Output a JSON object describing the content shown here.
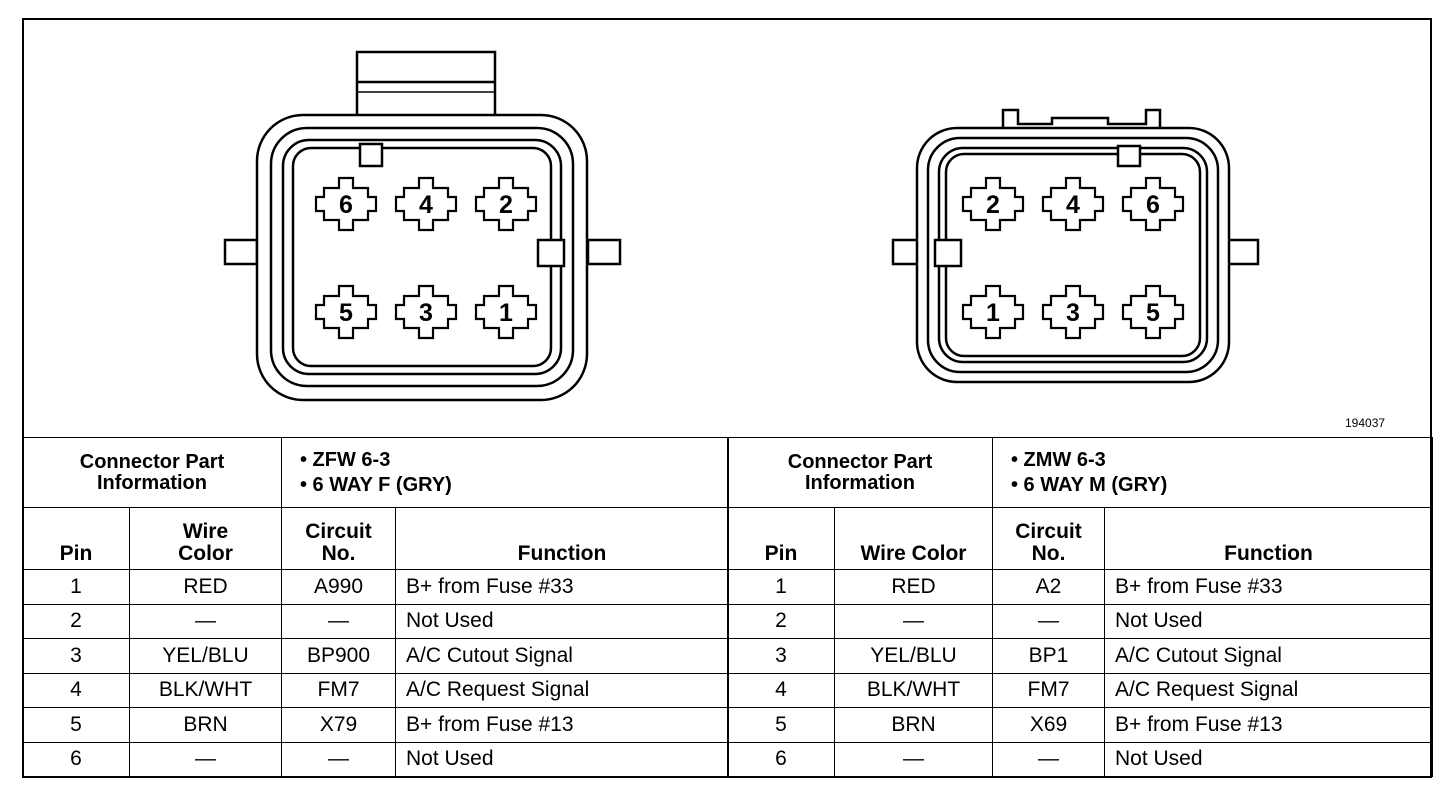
{
  "figure_id": "194037",
  "female_connector": {
    "pins_top": [
      "6",
      "4",
      "2"
    ],
    "pins_bottom": [
      "5",
      "3",
      "1"
    ]
  },
  "male_connector": {
    "pins_top": [
      "2",
      "4",
      "6"
    ],
    "pins_bottom": [
      "1",
      "3",
      "5"
    ]
  },
  "tables": [
    {
      "part_info_label_line1": "Connector Part",
      "part_info_label_line2": "Information",
      "part_info": [
        "• ZFW 6-3",
        "• 6 WAY F (GRY)"
      ],
      "headers": {
        "pin": "Pin",
        "wire_color_line1": "Wire",
        "wire_color_line2": "Color",
        "circuit_line1": "Circuit",
        "circuit_line2": "No.",
        "function": "Function"
      },
      "rows": [
        {
          "pin": "1",
          "wire": "RED",
          "circuit": "A990",
          "function": "B+ from Fuse #33"
        },
        {
          "pin": "2",
          "wire": "—",
          "circuit": "—",
          "function": "Not Used"
        },
        {
          "pin": "3",
          "wire": "YEL/BLU",
          "circuit": "BP900",
          "function": "A/C Cutout Signal"
        },
        {
          "pin": "4",
          "wire": "BLK/WHT",
          "circuit": "FM7",
          "function": "A/C Request Signal"
        },
        {
          "pin": "5",
          "wire": "BRN",
          "circuit": "X79",
          "function": "B+ from Fuse #13"
        },
        {
          "pin": "6",
          "wire": "—",
          "circuit": "—",
          "function": "Not Used"
        }
      ]
    },
    {
      "part_info_label_line1": "Connector Part",
      "part_info_label_line2": "Information",
      "part_info": [
        "• ZMW 6-3",
        "• 6 WAY M (GRY)"
      ],
      "headers": {
        "pin": "Pin",
        "wire_color": "Wire Color",
        "circuit_line1": "Circuit",
        "circuit_line2": "No.",
        "function": "Function"
      },
      "rows": [
        {
          "pin": "1",
          "wire": "RED",
          "circuit": "A2",
          "function": "B+ from Fuse #33"
        },
        {
          "pin": "2",
          "wire": "—",
          "circuit": "—",
          "function": "Not Used"
        },
        {
          "pin": "3",
          "wire": "YEL/BLU",
          "circuit": "BP1",
          "function": "A/C Cutout Signal"
        },
        {
          "pin": "4",
          "wire": "BLK/WHT",
          "circuit": "FM7",
          "function": "A/C Request Signal"
        },
        {
          "pin": "5",
          "wire": "BRN",
          "circuit": "X69",
          "function": "B+ from Fuse #13"
        },
        {
          "pin": "6",
          "wire": "—",
          "circuit": "—",
          "function": "Not Used"
        }
      ]
    }
  ]
}
